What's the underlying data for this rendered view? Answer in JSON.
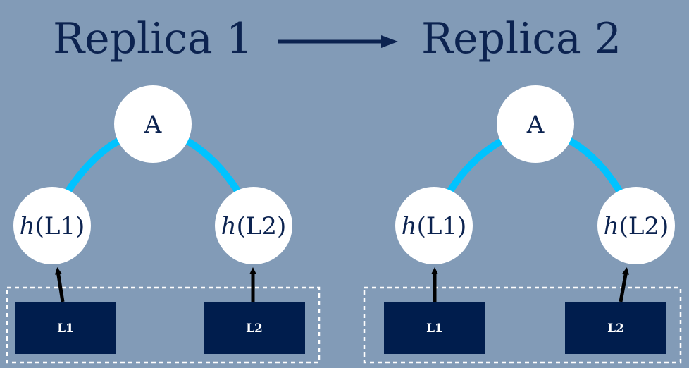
{
  "header": {
    "left_title": "Replica 1",
    "right_title": "Replica 2"
  },
  "replicas": [
    {
      "root_label": "A",
      "hash_nodes": [
        {
          "func": "h",
          "arg": "(L1)"
        },
        {
          "func": "h",
          "arg": "(L2)"
        }
      ],
      "leaves": [
        "L1",
        "L2"
      ]
    },
    {
      "root_label": "A",
      "hash_nodes": [
        {
          "func": "h",
          "arg": "(L1)"
        },
        {
          "func": "h",
          "arg": "(L2)"
        }
      ],
      "leaves": [
        "L1",
        "L2"
      ]
    }
  ],
  "colors": {
    "background": "#829bb7",
    "title_text": "#0c2350",
    "edge": "#00c3ff",
    "node_fill": "#ffffff",
    "leaf_fill": "#001d4d",
    "arrow": "#000000",
    "header_arrow": "#0c2350"
  }
}
